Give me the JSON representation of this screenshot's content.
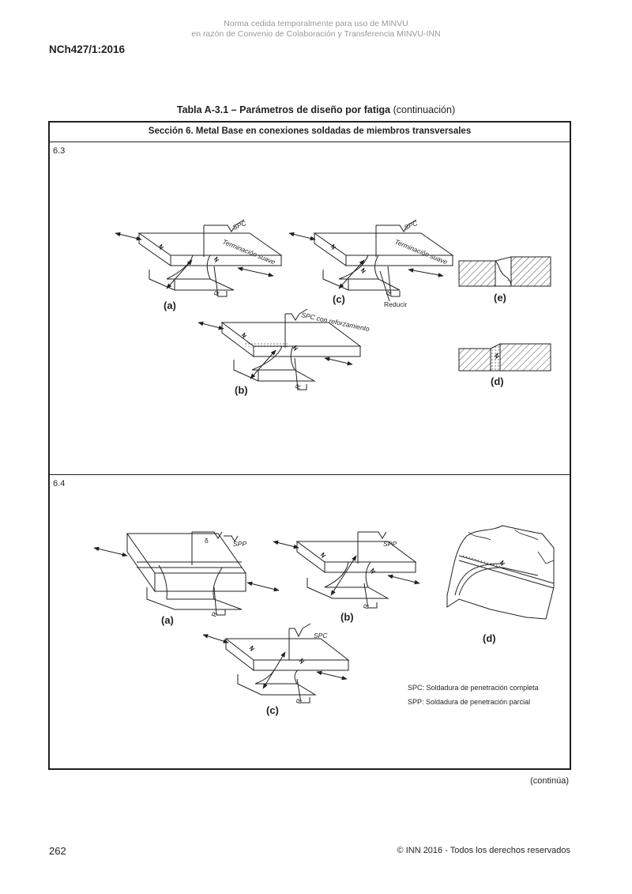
{
  "header": {
    "watermark_line1": "Norma cedida temporalmente para uso de MINVU",
    "watermark_line2": "en razón de Convenio de Colaboración y Transferencia MINVU-INN",
    "doc_code": "NCh427/1:2016"
  },
  "table": {
    "title_bold": "Tabla A-3.1 – Parámetros de diseño por fatiga",
    "title_suffix": "(continuación)",
    "section_header": "Sección 6. Metal Base en conexiones soldadas de miembros transversales",
    "rows": [
      {
        "label": "6.3",
        "figure_labels": {
          "a": "(a)",
          "b": "(b)",
          "c": "(c)",
          "d": "(d)",
          "e": "(e)"
        },
        "annotations": {
          "spc": "SPC",
          "terminacion_suave": "Terminación suave",
          "spc_reforzamiento": "SPC con reforzamiento",
          "reducir": "Reducir",
          "r": "R"
        }
      },
      {
        "label": "6.4",
        "figure_labels": {
          "a": "(a)",
          "b": "(b)",
          "c": "(c)",
          "d": "(d)"
        },
        "annotations": {
          "spp": "SPP",
          "spc": "SPC",
          "r": "R",
          "delta": "δ"
        },
        "legend": {
          "spc_def": "SPC: Soldadura de penetración completa",
          "spp_def": "SPP: Soldadura de penetración parcial"
        }
      }
    ]
  },
  "footer": {
    "continues": "(continúa)",
    "page_number": "262",
    "copyright": "© INN 2016 - Todos los derechos reservados"
  }
}
